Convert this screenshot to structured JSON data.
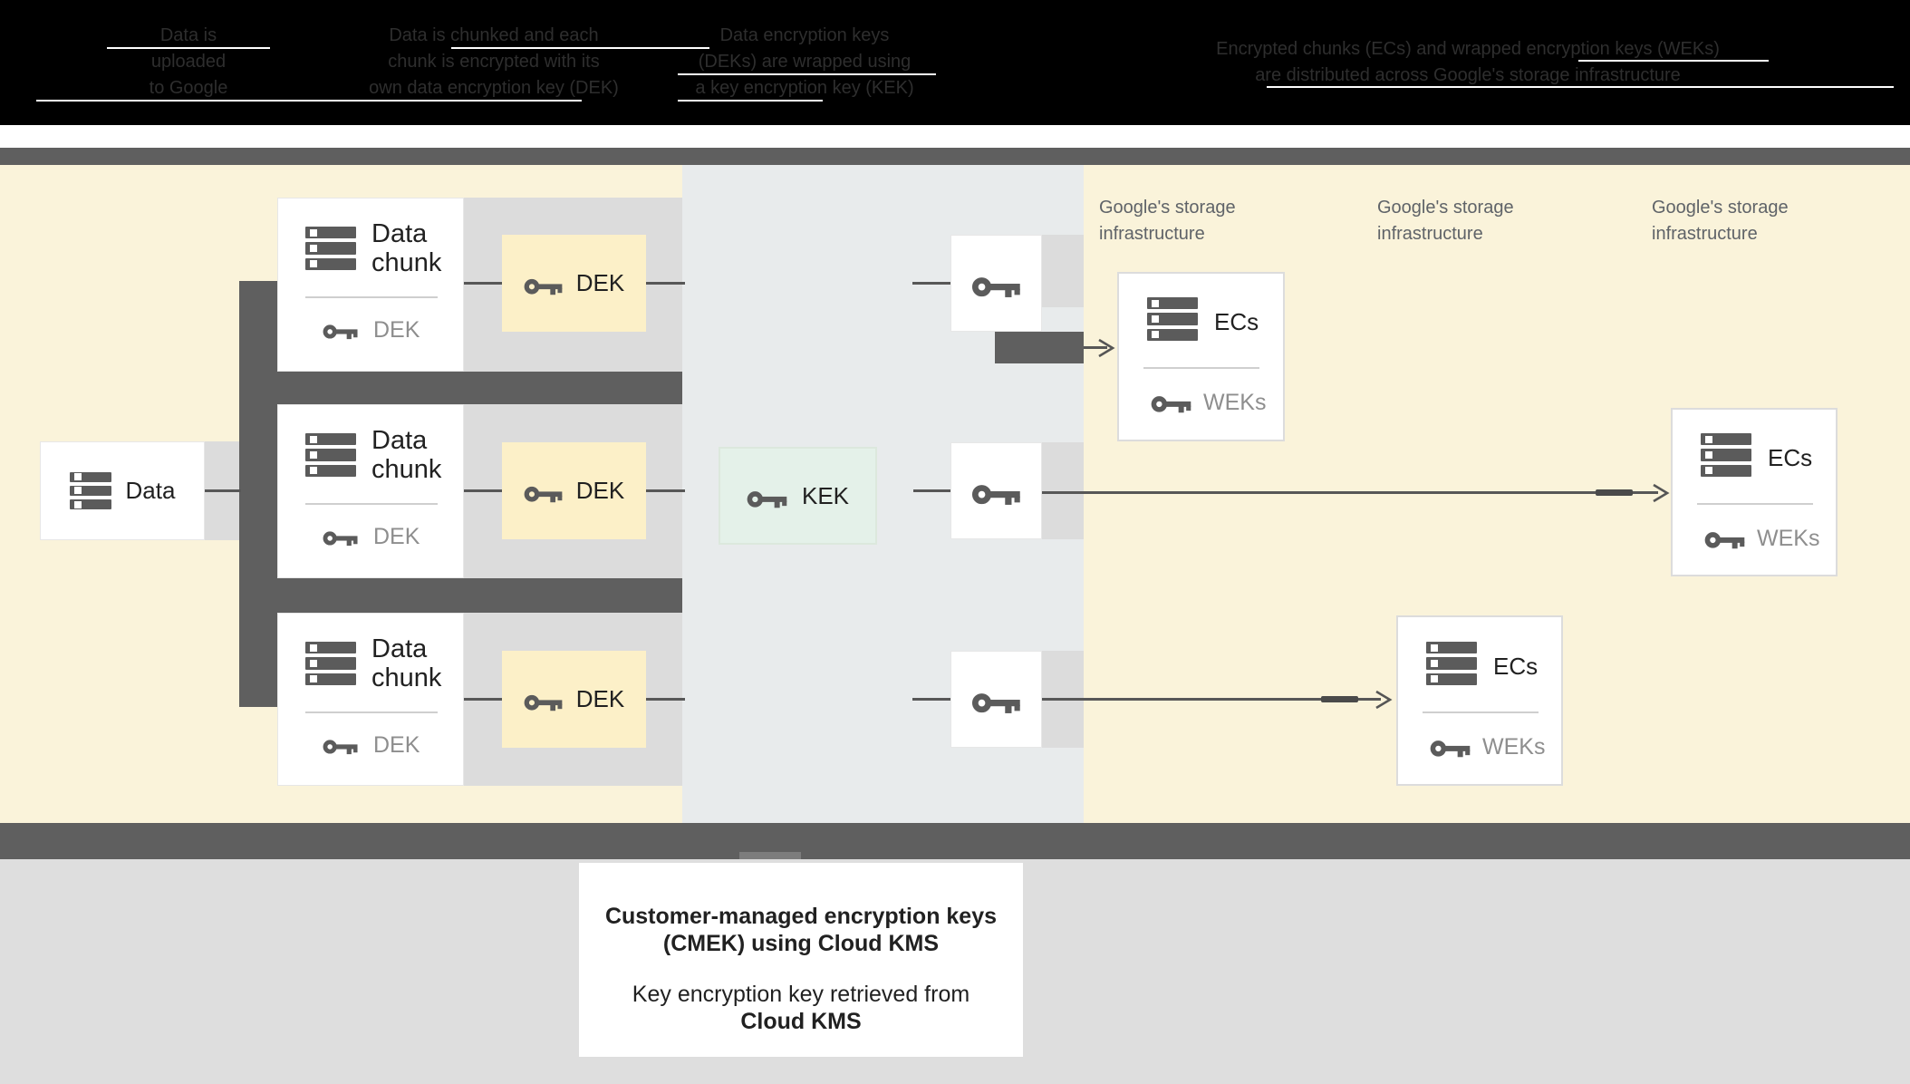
{
  "header": {
    "steps": [
      {
        "lines": [
          "Data is",
          "uploaded",
          "to Google"
        ]
      },
      {
        "lines": [
          "Data is chunked and each",
          "chunk is encrypted with its",
          "own data encryption key (DEK)"
        ]
      },
      {
        "lines": [
          "Data encryption keys",
          "(DEKs) are wrapped using",
          "a key encryption key (KEK)"
        ]
      },
      {
        "lines": [
          "Encrypted chunks (ECs) and wrapped encryption keys (WEKs)",
          "are distributed across Google's storage infrastructure"
        ]
      }
    ]
  },
  "diagram": {
    "data_box": {
      "label": "Data"
    },
    "chunk_boxes": [
      {
        "title": "Data chunk",
        "key_label": "DEK"
      },
      {
        "title": "Data chunk",
        "key_label": "DEK"
      },
      {
        "title": "Data chunk",
        "key_label": "DEK"
      }
    ],
    "dek_boxes": [
      {
        "label": "DEK"
      },
      {
        "label": "DEK"
      },
      {
        "label": "DEK"
      }
    ],
    "kek_box": {
      "label": "KEK"
    },
    "storage_labels": [
      {
        "line1": "Google's storage",
        "line2": "infrastructure"
      },
      {
        "line1": "Google's storage",
        "line2": "infrastructure"
      },
      {
        "line1": "Google's storage",
        "line2": "infrastructure"
      }
    ],
    "ec_boxes": [
      {
        "title": "ECs",
        "key_label": "WEKs"
      },
      {
        "title": "ECs",
        "key_label": "WEKs"
      },
      {
        "title": "ECs",
        "key_label": "WEKs"
      }
    ]
  },
  "caption": {
    "line1": "Customer-managed encryption keys",
    "line2": "(CMEK) using Cloud KMS",
    "line3": "Key encryption key retrieved from",
    "line4": "Cloud KMS"
  },
  "colors": {
    "cream": "#faf3da",
    "bluegray": "#e8ebec",
    "band": "#dcdcdc",
    "dark": "#5f5f5f",
    "dekfill": "#fcf0c8",
    "kekfill": "#e4f1e9",
    "ink": "#212121",
    "muted": "#8e8e8e",
    "storagetext": "#5f6368",
    "bottomgray": "#dedede"
  }
}
